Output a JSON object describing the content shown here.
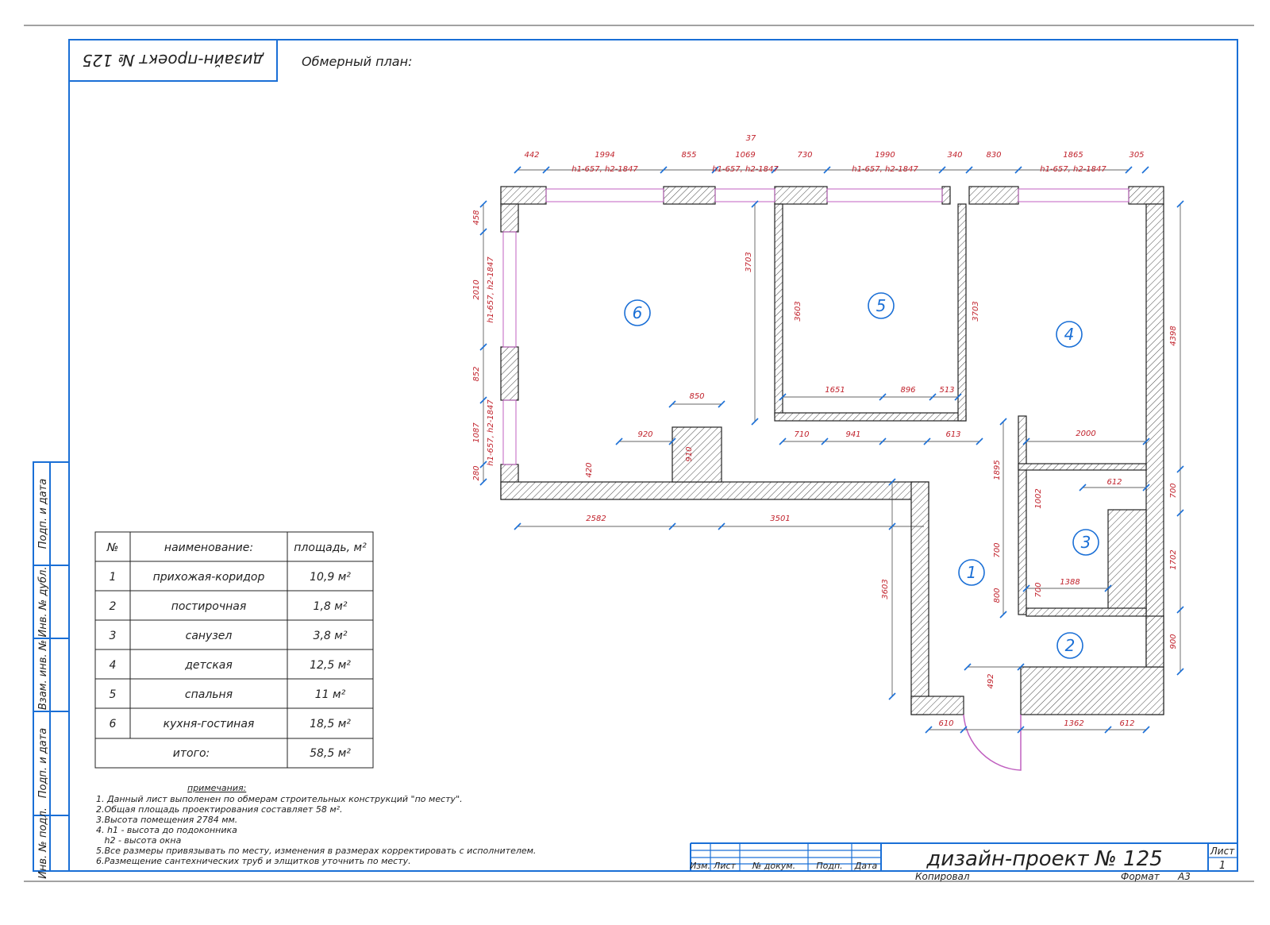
{
  "stamp": {
    "text": "дизайн-проект № 125"
  },
  "plan_title": "Обмерный план:",
  "side_labels": [
    "Подп. и дата",
    "Инв. № дубл.",
    "Взам. инв. №",
    "Подп. и дата",
    "Инв. № подл."
  ],
  "rooms_table": {
    "headers": [
      "№",
      "наименование:",
      "площадь, м²"
    ],
    "rows": [
      {
        "num": "1",
        "name": "прихожая-коридор",
        "area": "10,9 м²"
      },
      {
        "num": "2",
        "name": "постирочная",
        "area": "1,8 м²"
      },
      {
        "num": "3",
        "name": "санузел",
        "area": "3,8 м²"
      },
      {
        "num": "4",
        "name": "детская",
        "area": "12,5 м²"
      },
      {
        "num": "5",
        "name": "спальня",
        "area": "11 м²"
      },
      {
        "num": "6",
        "name": "кухня-гостиная",
        "area": "18,5 м²"
      }
    ],
    "total_label": "итого:",
    "total_value": "58,5 м²"
  },
  "notes": {
    "heading": "примечания:",
    "lines": [
      "1. Данный лист выполенен по обмерам строительных конструкций \"по месту\".",
      "2.Общая площадь проектирования составляет 58 м².",
      "3.Высота помещения  2784 мм.",
      "4. h1 - высота до подоконника",
      "   h2 - высота окна",
      "5.Все размеры привязывать по месту, изменения в размерах корректировать с исполнителем.",
      "6.Размещение сантехнических труб и элщитков уточнить по месту."
    ]
  },
  "title_block": {
    "cols": [
      "Изм.",
      "Лист",
      "№ докум.",
      "Подп.",
      "Дата"
    ],
    "project": "дизайн-проект № 125",
    "sheet_label": "Лист",
    "sheet_num": "1",
    "copied": "Копировал",
    "format_label": "Формат",
    "format_value": "А3"
  },
  "room_markers": [
    "1",
    "2",
    "3",
    "4",
    "5",
    "6"
  ],
  "dimensions": {
    "top": [
      "442",
      "1994",
      "855",
      "1069",
      "37",
      "730",
      "1990",
      "340",
      "830",
      "1865",
      "305"
    ],
    "window_heights": [
      "h1-657, h2-1847",
      "h1-657, h2-1847",
      "h1-657, h2-1847",
      "h1-657, h2-1847",
      "h1-657, h2-1847",
      "h1-657, h2-1847"
    ],
    "left": [
      "458",
      "2010",
      "852",
      "1087",
      "280"
    ],
    "room6": [
      "3703",
      "850",
      "920",
      "910",
      "420",
      "2582",
      "3501"
    ],
    "room5": [
      "3603",
      "1651",
      "896",
      "513",
      "710",
      "941",
      "613",
      "3703"
    ],
    "room4": [
      "4398",
      "2000",
      "1895",
      "700",
      "1002",
      "612",
      "1702"
    ],
    "corridor": [
      "3603",
      "700",
      "800",
      "700",
      "1388",
      "900",
      "492",
      "610",
      "1362",
      "612"
    ]
  }
}
